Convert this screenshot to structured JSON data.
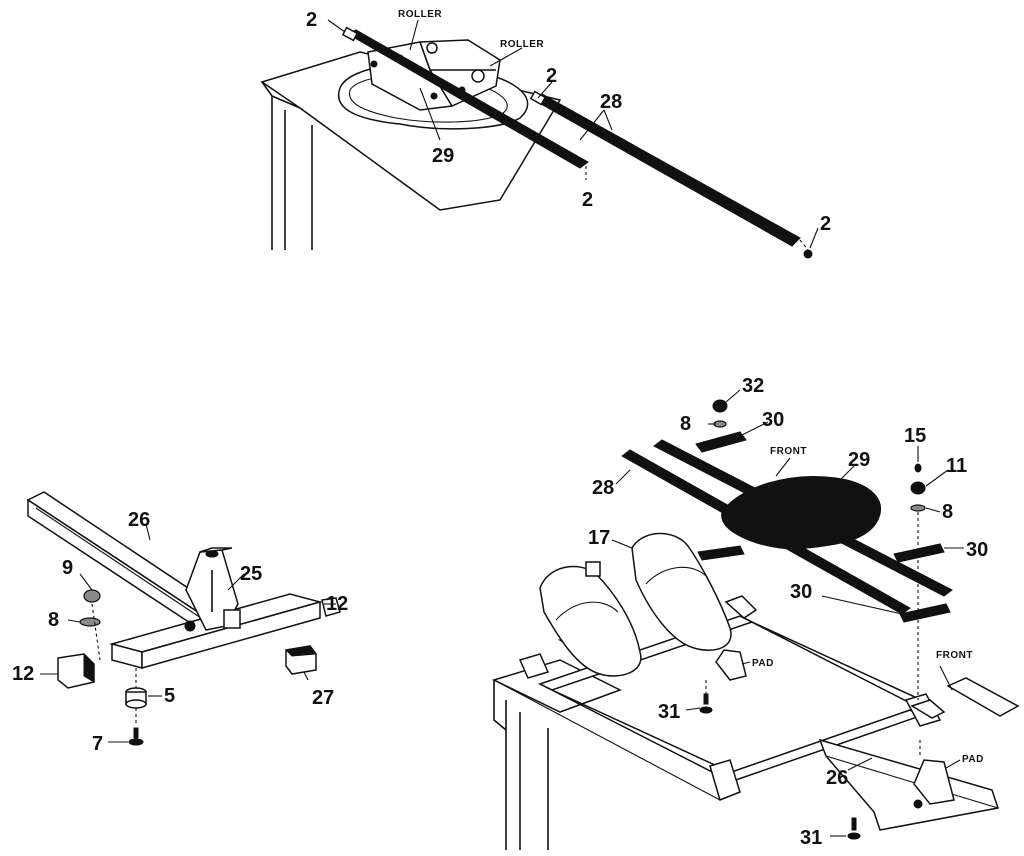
{
  "labels": {
    "roller": "ROLLER",
    "front": "FRONT",
    "pad": "PAD",
    "n2": "2",
    "n5": "5",
    "n7": "7",
    "n8": "8",
    "n9": "9",
    "n11": "11",
    "n12": "12",
    "n15": "15",
    "n17": "17",
    "n25": "25",
    "n26": "26",
    "n27": "27",
    "n28": "28",
    "n29": "29",
    "n30": "30",
    "n31": "31",
    "n32": "32"
  }
}
